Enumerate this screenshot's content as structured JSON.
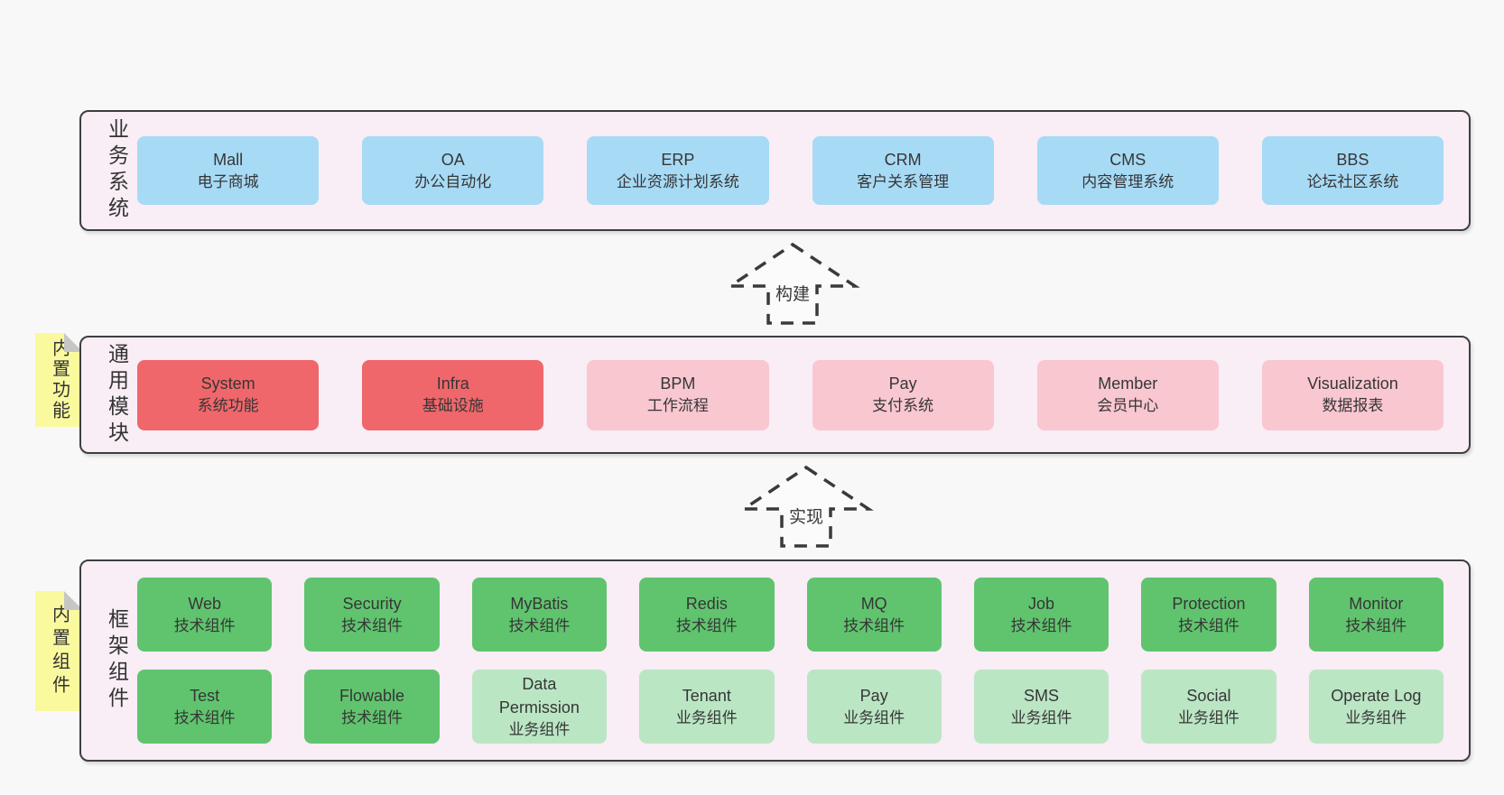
{
  "colors": {
    "page_background": "#f8f8f8",
    "container_background": "#f9edf6",
    "container_border": "#3f3f3f",
    "blue_box": "#a7daf5",
    "red_box": "#f0676b",
    "pink_box": "#f9c7d0",
    "green_box": "#60c46e",
    "light_green_box": "#bbe6c4",
    "sticky_note": "#fbf99e",
    "note_fold": "#c6c6c6",
    "text": "#363636"
  },
  "arrows": [
    {
      "label": "构建"
    },
    {
      "label": "实现"
    }
  ],
  "notes": [
    {
      "label": "内置功能"
    },
    {
      "label": "内置组件"
    }
  ],
  "layers": [
    {
      "label": "业务系统",
      "boxes": [
        {
          "name": "Mall",
          "desc": "电子商城"
        },
        {
          "name": "OA",
          "desc": "办公自动化"
        },
        {
          "name": "ERP",
          "desc": "企业资源计划系统"
        },
        {
          "name": "CRM",
          "desc": "客户关系管理"
        },
        {
          "name": "CMS",
          "desc": "内容管理系统"
        },
        {
          "name": "BBS",
          "desc": "论坛社区系统"
        }
      ]
    },
    {
      "label": "通用模块",
      "boxes": [
        {
          "name": "System",
          "desc": "系统功能"
        },
        {
          "name": "Infra",
          "desc": "基础设施"
        },
        {
          "name": "BPM",
          "desc": "工作流程"
        },
        {
          "name": "Pay",
          "desc": "支付系统"
        },
        {
          "name": "Member",
          "desc": "会员中心"
        },
        {
          "name": "Visualization",
          "desc": "数据报表"
        }
      ]
    },
    {
      "label": "框架组件",
      "rows": [
        [
          {
            "name": "Web",
            "desc": "技术组件"
          },
          {
            "name": "Security",
            "desc": "技术组件"
          },
          {
            "name": "MyBatis",
            "desc": "技术组件"
          },
          {
            "name": "Redis",
            "desc": "技术组件"
          },
          {
            "name": "MQ",
            "desc": "技术组件"
          },
          {
            "name": "Job",
            "desc": "技术组件"
          },
          {
            "name": "Protection",
            "desc": "技术组件"
          },
          {
            "name": "Monitor",
            "desc": "技术组件"
          }
        ],
        [
          {
            "name": "Test",
            "desc": "技术组件"
          },
          {
            "name": "Flowable",
            "desc": "技术组件"
          },
          {
            "name": "Data Permission",
            "desc": "业务组件"
          },
          {
            "name": "Tenant",
            "desc": "业务组件"
          },
          {
            "name": "Pay",
            "desc": "业务组件"
          },
          {
            "name": "SMS",
            "desc": "业务组件"
          },
          {
            "name": "Social",
            "desc": "业务组件"
          },
          {
            "name": "Operate Log",
            "desc": "业务组件"
          }
        ]
      ]
    }
  ]
}
